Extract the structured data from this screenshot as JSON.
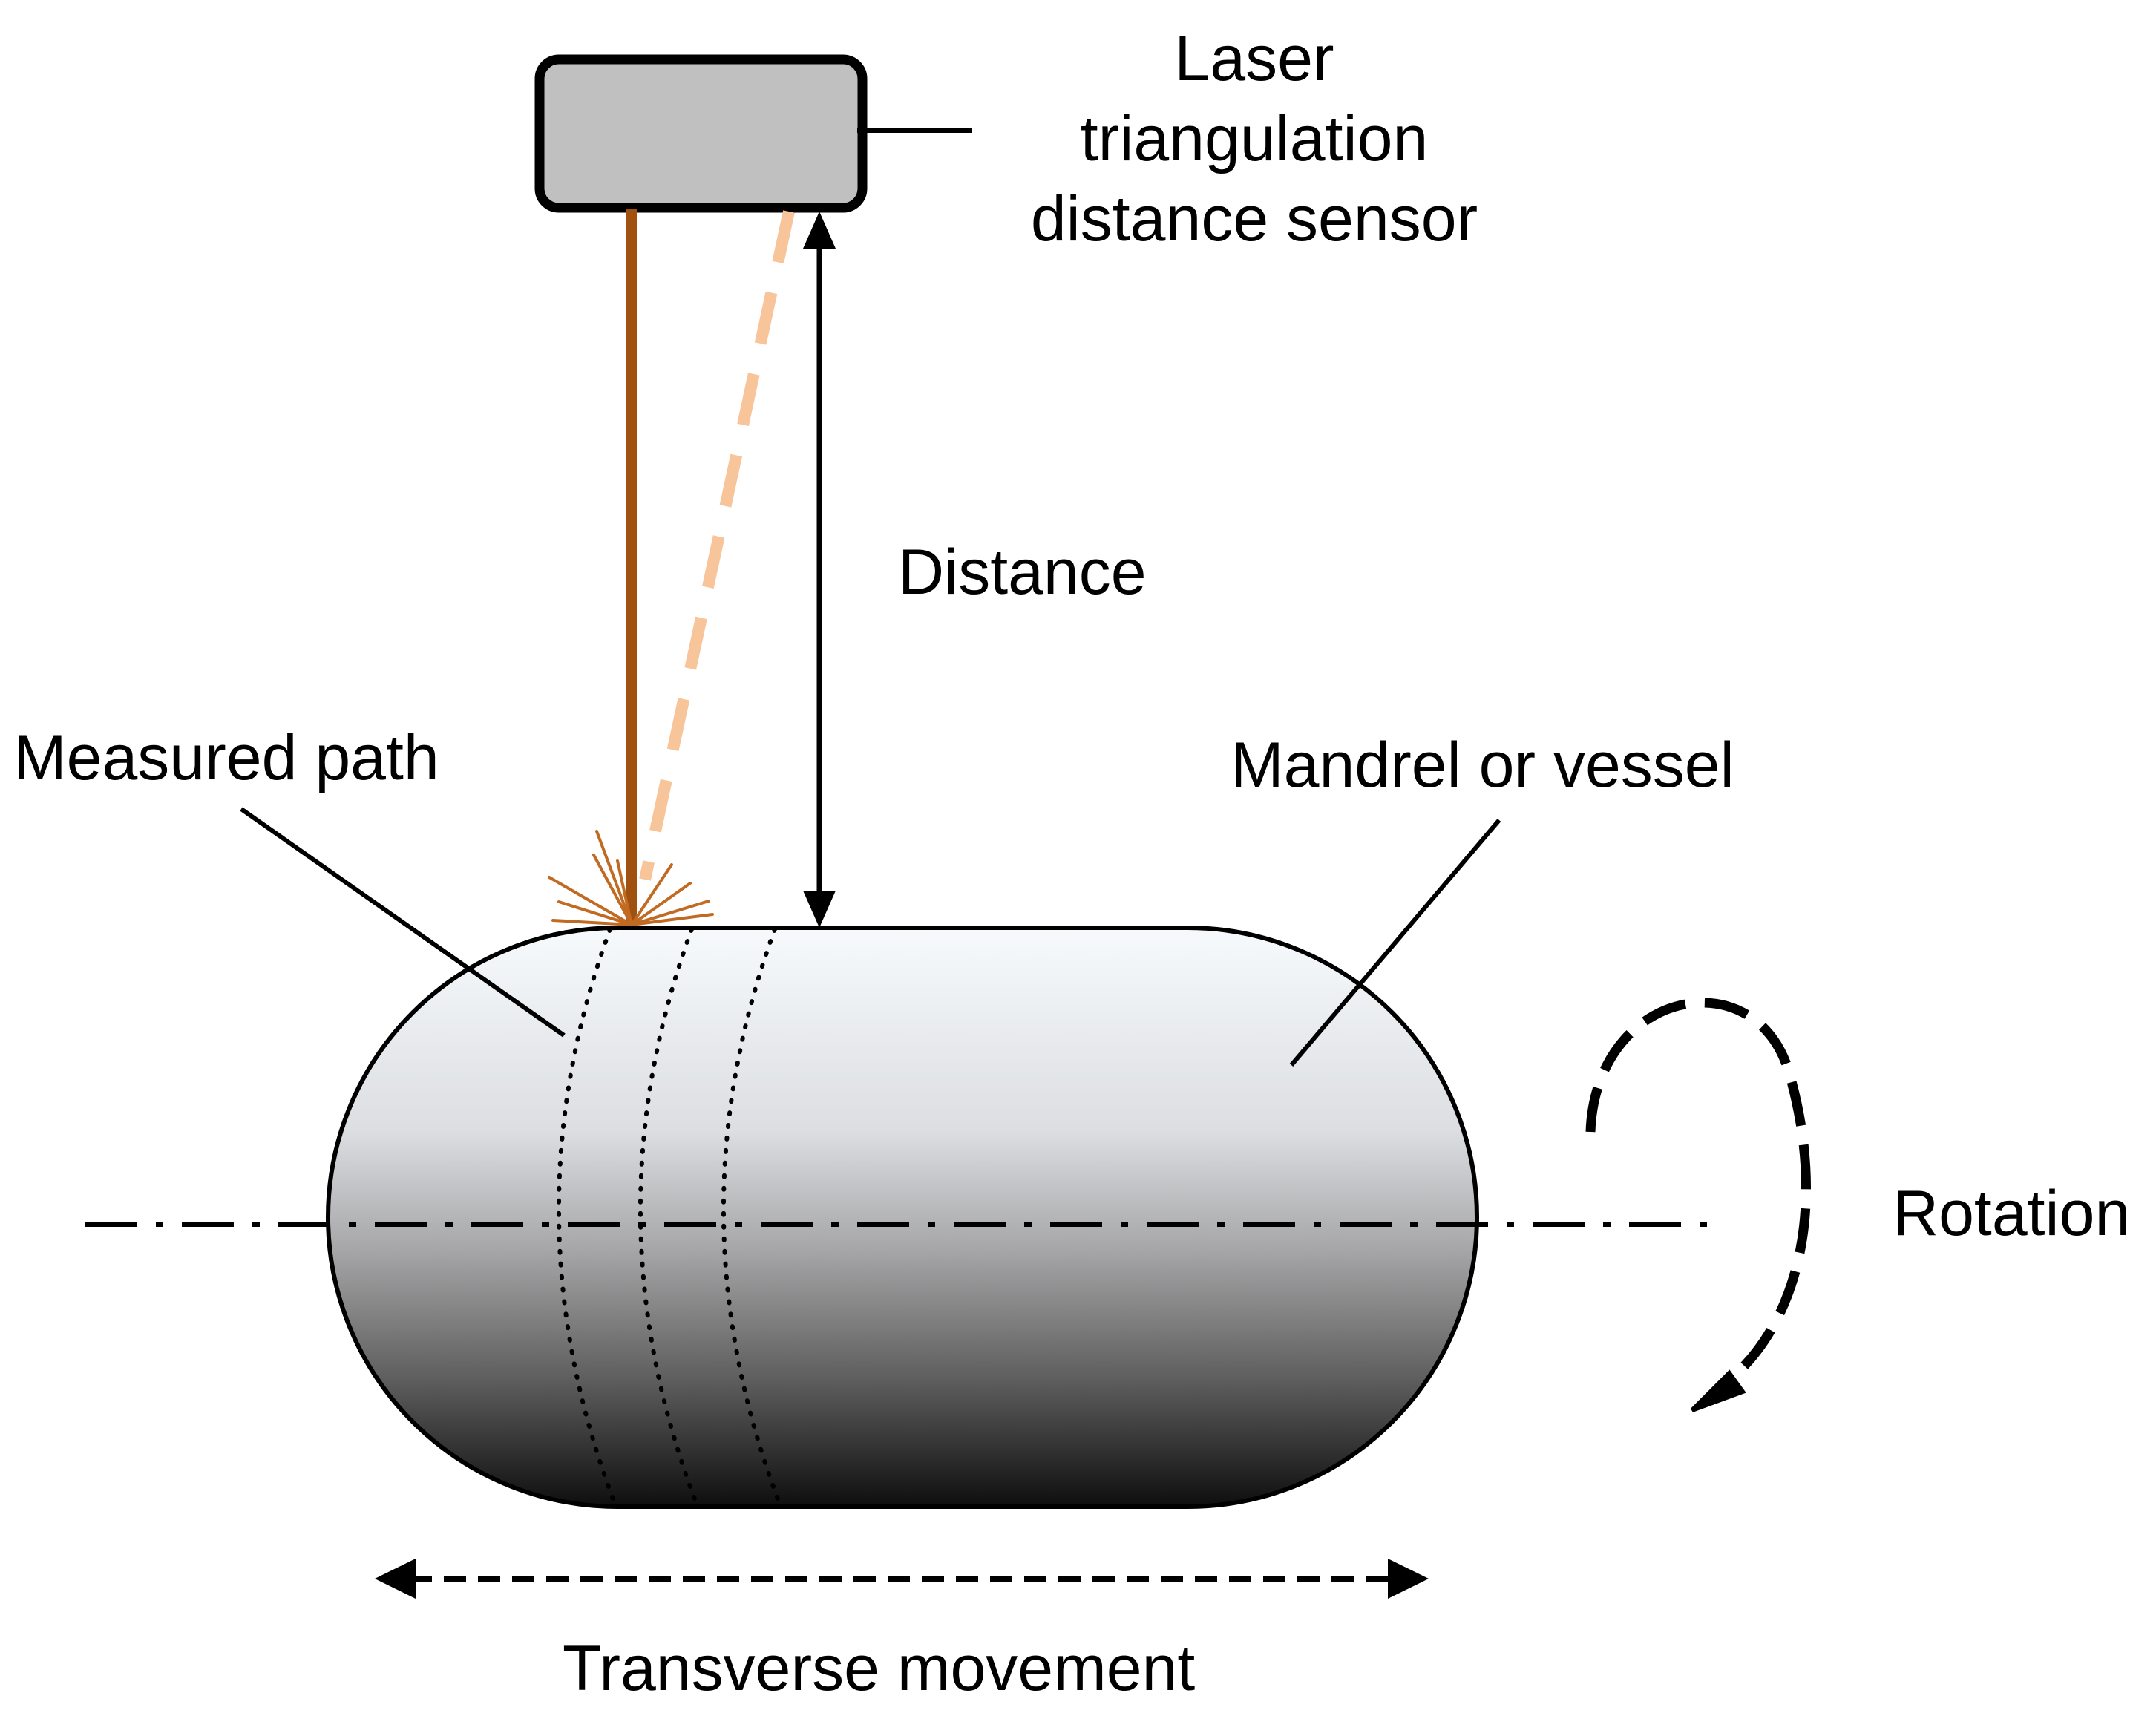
{
  "labels": {
    "sensor_line1": "Laser",
    "sensor_line2": "triangulation",
    "sensor_line3": "distance sensor",
    "distance": "Distance",
    "measured_path": "Measured path",
    "mandrel": "Mandrel or vessel",
    "rotation": "Rotation",
    "transverse": "Transverse movement"
  },
  "colors": {
    "laser_beam": "#A0500F",
    "reflected_beam": "#F8C49A",
    "sensor_fill": "#C0C0C0",
    "vessel_top": "#F6FAFD",
    "vessel_bottom": "#0E0E0E",
    "ink": "#000000"
  }
}
